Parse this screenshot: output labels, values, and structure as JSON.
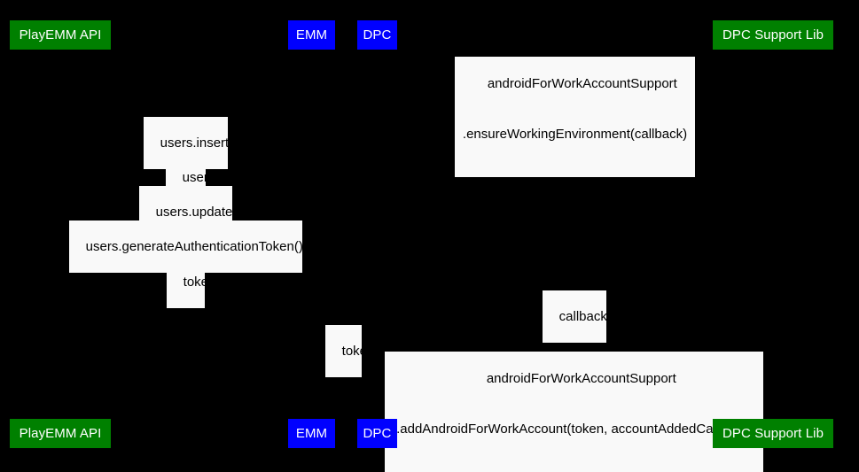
{
  "diagram": {
    "type": "uml-sequence-diagram",
    "background_color": "#000000",
    "participant_green_color": "#008000",
    "participant_blue_color": "#0000ff",
    "label_background_color": "#f9f9f9",
    "label_text_color": "#000000",
    "participant_text_color": "#ffffff"
  },
  "participants": {
    "top": [
      {
        "id": "playemm-api",
        "label": "PlayEMM API",
        "color": "green"
      },
      {
        "id": "emm",
        "label": "EMM",
        "color": "blue"
      },
      {
        "id": "dpc",
        "label": "DPC",
        "color": "blue"
      },
      {
        "id": "dpc-support-lib",
        "label": "DPC Support Lib",
        "color": "green"
      }
    ],
    "bottom": [
      {
        "id": "playemm-api",
        "label": "PlayEMM API",
        "color": "green"
      },
      {
        "id": "emm",
        "label": "EMM",
        "color": "blue"
      },
      {
        "id": "dpc",
        "label": "DPC",
        "color": "blue"
      },
      {
        "id": "dpc-support-lib",
        "label": "DPC Support Lib",
        "color": "green"
      }
    ]
  },
  "messages": [
    {
      "id": "ensure-working-environment",
      "line1": "androidForWorkAccountSupport",
      "line2": ".ensureWorkingEnvironment(callback)",
      "multiline": true
    },
    {
      "id": "users-insert",
      "line1": "users.insert()",
      "multiline": false
    },
    {
      "id": "user-id",
      "line1": "userID",
      "multiline": false
    },
    {
      "id": "users-update",
      "line1": "users.update()",
      "multiline": false
    },
    {
      "id": "users-generate-authentication-token",
      "line1": "users.generateAuthenticationToken()",
      "multiline": false
    },
    {
      "id": "token-upper",
      "line1": "token",
      "multiline": false
    },
    {
      "id": "callback",
      "line1": "callback()",
      "multiline": false
    },
    {
      "id": "token-lower",
      "line1": "token",
      "multiline": false
    },
    {
      "id": "add-android-for-work-account",
      "line1": "androidForWorkAccountSupport",
      "line2": ".addAndroidForWorkAccount(token, accountAddedCallback)",
      "multiline": true
    }
  ]
}
